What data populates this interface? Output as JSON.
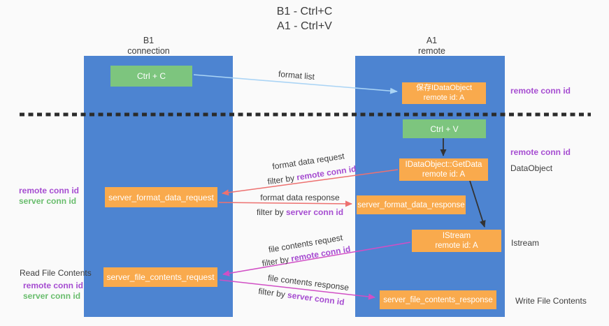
{
  "title": {
    "line1": "B1 - Ctrl+C",
    "line2": "A1 - Ctrl+V"
  },
  "lanes": {
    "b1": {
      "name": "B1",
      "subtitle": "connection"
    },
    "a1": {
      "name": "A1",
      "subtitle": "remote"
    }
  },
  "nodes": {
    "ctrl_c": {
      "label": "Ctrl + C"
    },
    "save_idataobject": {
      "line1": "保存IDataObject",
      "line2": "remote id: A"
    },
    "ctrl_v": {
      "label": "Ctrl + V"
    },
    "getdata": {
      "line1": "IDataObject::GetData",
      "line2": "remote id: A"
    },
    "format_request": {
      "label": "server_format_data_request"
    },
    "format_response": {
      "label": "server_format_data_response"
    },
    "istream": {
      "line1": "IStream",
      "line2": "remote id: A"
    },
    "file_request": {
      "label": "server_file_contents_request"
    },
    "file_response": {
      "label": "server_file_contents_response"
    }
  },
  "flow_labels": {
    "format_list": "format list",
    "format_data_request": "format data request",
    "format_data_response": "format data response",
    "file_contents_request": "file contents request",
    "file_contents_response": "file contents response",
    "filter_prefix": "filter by ",
    "remote_conn_id": "remote conn id",
    "server_conn_id": "server conn id"
  },
  "annotations": {
    "remote_conn_right_1": "remote conn id",
    "remote_conn_right_2": "remote conn id",
    "dataobject": "DataObject",
    "istream": "Istream",
    "write_file_contents": "Write File Contents",
    "remote_conn_left_1": "remote conn id",
    "server_conn_left_1": "server conn id",
    "read_file_contents": "Read File Contents",
    "remote_conn_left_2": "remote conn id",
    "server_conn_left_2": "server conn id"
  },
  "colors": {
    "lane_blue": "#4d84d1",
    "node_green": "#7dc57e",
    "node_orange": "#f9aa4d",
    "arrow_light_blue": "#aad4f5",
    "arrow_red": "#ed7170",
    "arrow_magenta": "#d14fc5",
    "arrow_black": "#333333",
    "separator_black": "#2b2b2b",
    "text_purple": "#a64dd1",
    "text_green": "#69bd6d",
    "text_dark": "#3d3d3d",
    "background": "#fafafa"
  }
}
